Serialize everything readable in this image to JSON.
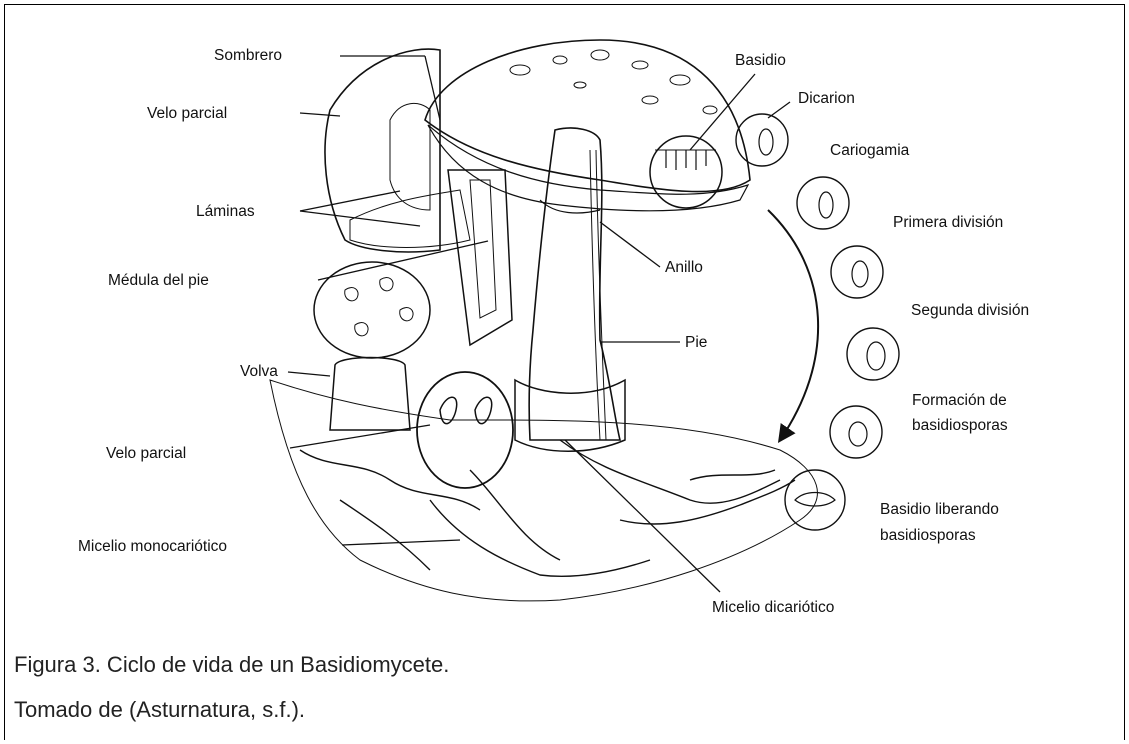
{
  "labels": {
    "sombrero": "Sombrero",
    "velo_parcial_top": "Velo parcial",
    "laminas": "Láminas",
    "medula": "Médula del pie",
    "volva": "Volva",
    "velo_parcial_bottom": "Velo parcial",
    "micelio_mono": "Micelio monocariótico",
    "basidio": "Basidio",
    "anillo": "Anillo",
    "pie": "Pie",
    "micelio_di": "Micelio dicariótico",
    "dicarion": "Dicarion",
    "cariogamia": "Cariogamia",
    "primera": "Primera división",
    "segunda": "Segunda división",
    "formacion_1": "Formación de",
    "formacion_2": "basidiosporas",
    "liberando_1": "Basidio liberando",
    "liberando_2": "basidiosporas"
  },
  "caption": {
    "line1": "Figura 3. Ciclo de vida de un Basidiomycete.",
    "line2": "Tomado de (Asturnatura, s.f.)."
  }
}
